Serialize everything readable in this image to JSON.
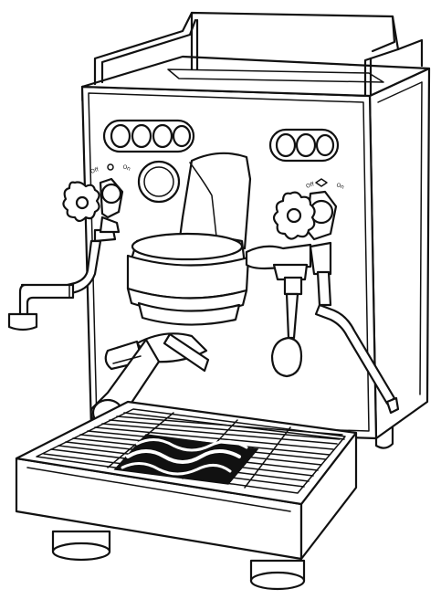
{
  "illustration": {
    "subject": "espresso-machine",
    "style": "black-line-drawing",
    "background": "#ffffff",
    "stroke": "#111111"
  },
  "knob_labels": {
    "left": {
      "off": "Off",
      "on": "On"
    },
    "right": {
      "off": "Off",
      "on": "On"
    }
  }
}
